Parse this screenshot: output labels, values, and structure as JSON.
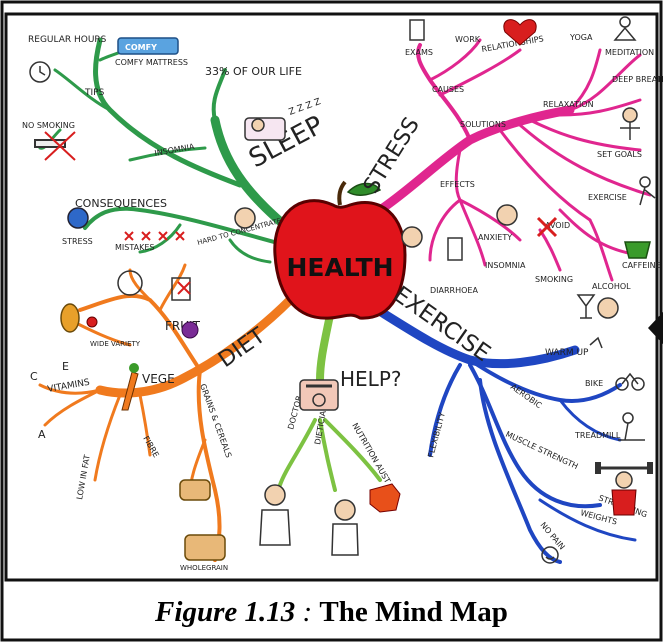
{
  "center": {
    "label": "HEALTH"
  },
  "branches": {
    "sleep": {
      "label": "SLEEP",
      "color": "#2e9a4a",
      "items": [
        "33% OF OUR LIFE",
        "Z Z Z Z",
        "TIPS",
        "REGULAR HOURS",
        "COMFY MATTRESS",
        "NO SMOKING",
        "INSOMNIA",
        "CONSEQUENCES",
        "STRESS",
        "MISTAKES",
        "HARD TO CONCENTRATE"
      ]
    },
    "stress": {
      "label": "STRESS",
      "color": "#e0268f",
      "items": [
        "EXAMS",
        "WORK",
        "RELATIONSHIPS",
        "YOGA",
        "MEDITATION",
        "CAUSES",
        "RELAXATION",
        "DEEP BREATHS",
        "SOLUTIONS",
        "SET GOALS",
        "EFFECTS",
        "EXERCISE",
        "ANXIETY",
        "AVOID",
        "DIARRHOEA",
        "INSOMNIA",
        "SMOKING",
        "ALCOHOL",
        "CAFFEINE"
      ]
    },
    "diet": {
      "label": "DIET",
      "color": "#f07a1e",
      "items": [
        "FRUIT",
        "VEGE",
        "VITAMINS",
        "FIBRE",
        "LOW IN FAT",
        "WIDE VARIETY",
        "WHOLEGRAIN",
        "GRAINS & CEREALS"
      ]
    },
    "help": {
      "label": "HELP?",
      "color": "#7dc242",
      "items": [
        "DOCTOR",
        "DIETICIAN",
        "NUTRITION AUST"
      ]
    },
    "exercise": {
      "label": "EXERCISE",
      "color": "#1f46c2",
      "items": [
        "WARM UP",
        "AEROBIC",
        "BIKE",
        "TREADMILL",
        "MUSCLE STRENGTH",
        "WEIGHTS",
        "STRETCHING",
        "NO PAIN",
        "FLEXIBILITY"
      ]
    }
  },
  "vitamin_letters": [
    "C",
    "E",
    "A"
  ],
  "icons": [
    "apple-icon",
    "sleeper-icon",
    "alarm-clock-icon",
    "mattress-icon",
    "no-smoking-icon",
    "phone-icon",
    "doctor-icon",
    "dietitian-icon",
    "australia-map-icon",
    "fruit-icon",
    "vegetable-icon",
    "bread-icon",
    "broken-heart-icon",
    "meditation-icon",
    "teacup-icon",
    "martini-icon",
    "bike-icon",
    "weightlifter-icon",
    "smiley-icon"
  ],
  "caption": {
    "number": "Figure 1.13",
    "separator": " : ",
    "title": "The Mind Map"
  }
}
